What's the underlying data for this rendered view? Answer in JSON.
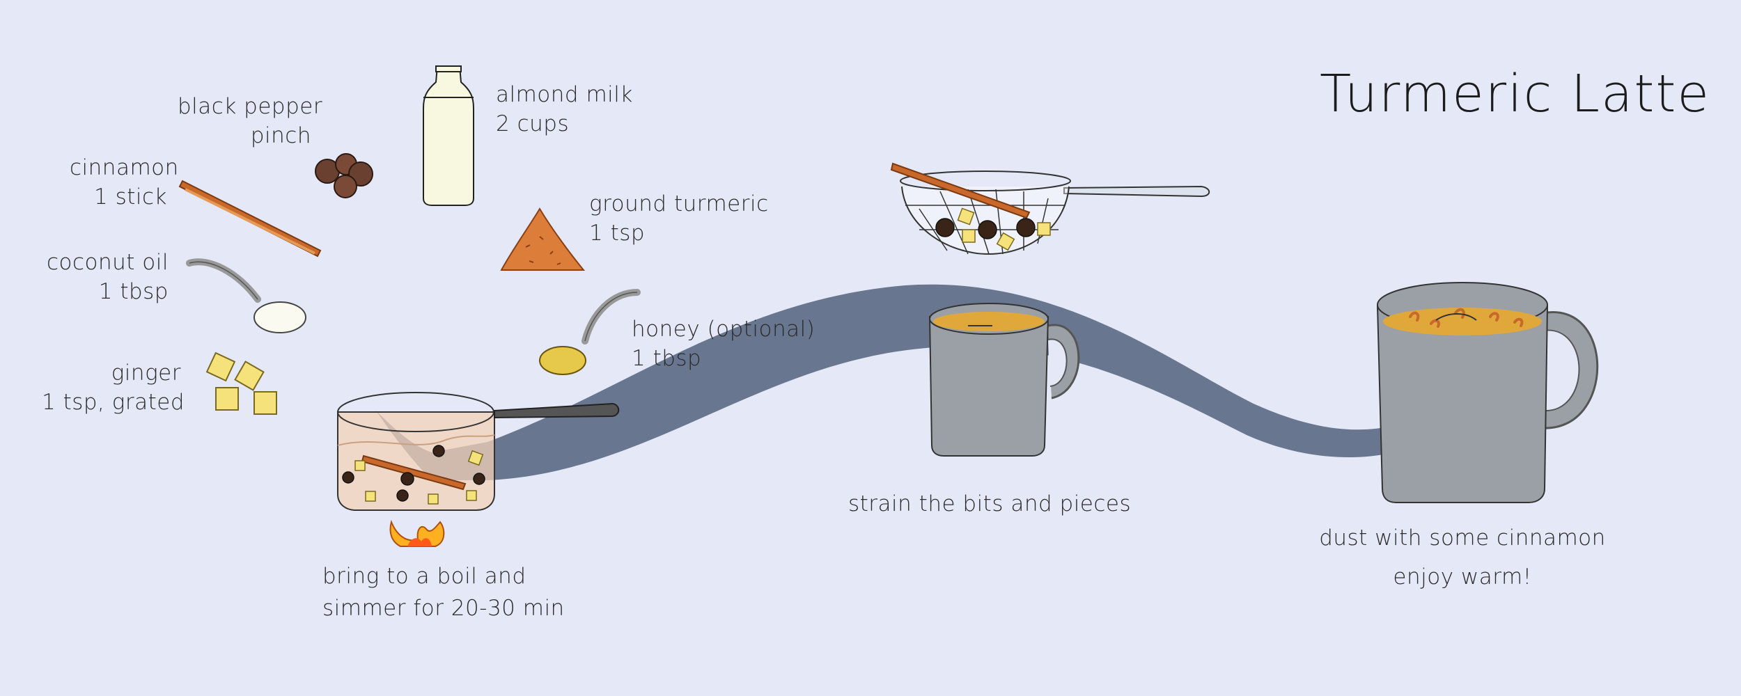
{
  "title": "Turmeric Latte",
  "ingredients": {
    "black_pepper": {
      "name": "black pepper",
      "amount": "pinch"
    },
    "almond_milk": {
      "name": "almond milk",
      "amount": "2 cups"
    },
    "cinnamon": {
      "name": "cinnamon",
      "amount": "1 stick"
    },
    "ground_turmeric": {
      "name": "ground turmeric",
      "amount": "1 tsp"
    },
    "coconut_oil": {
      "name": "coconut oil",
      "amount": "1 tbsp"
    },
    "honey": {
      "name": "honey (optional)",
      "amount": "1 tbsp"
    },
    "ginger": {
      "name": "ginger",
      "amount": "1 tsp, grated"
    }
  },
  "steps": {
    "boil": {
      "line1": "bring to a boil and",
      "line2": "simmer for 20-30 min"
    },
    "strain": {
      "line1": "strain the bits and pieces"
    },
    "serve": {
      "line1": "dust with some cinnamon",
      "line2": "enjoy warm!"
    }
  },
  "colors": {
    "background": "#e5e9f7",
    "flow": "#68768f",
    "mug": "#9aa0a6",
    "turmeric": "#d9a93a",
    "cinnamon": "#c8682b"
  }
}
